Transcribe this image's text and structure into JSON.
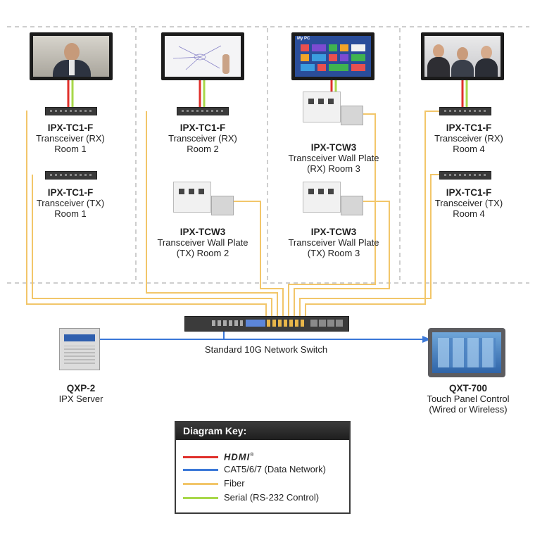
{
  "colors": {
    "hdmi": "#e0302b",
    "data": "#3b78d8",
    "fiber": "#f2c66a",
    "serial": "#a8d84a",
    "divider": "#bdbdbd"
  },
  "devices": {
    "room1_rx": {
      "model": "IPX-TC1-F",
      "line1": "Transceiver (RX)",
      "line2": "Room 1"
    },
    "room1_tx": {
      "model": "IPX-TC1-F",
      "line1": "Transceiver (TX)",
      "line2": "Room 1"
    },
    "room2_rx": {
      "model": "IPX-TC1-F",
      "line1": "Transceiver (RX)",
      "line2": "Room 2"
    },
    "room2_tx": {
      "model": "IPX-TCW3",
      "line1": "Transceiver Wall Plate",
      "line2": "(TX) Room 2"
    },
    "room3_rx": {
      "model": "IPX-TCW3",
      "line1": "Transceiver Wall Plate",
      "line2": "(RX) Room 3"
    },
    "room3_tx": {
      "model": "IPX-TCW3",
      "line1": "Transceiver Wall Plate",
      "line2": "(TX) Room 3"
    },
    "room4_rx": {
      "model": "IPX-TC1-F",
      "line1": "Transceiver (RX)",
      "line2": "Room 4"
    },
    "room4_tx": {
      "model": "IPX-TC1-F",
      "line1": "Transceiver (TX)",
      "line2": "Room 4"
    },
    "switch": {
      "label": "Standard 10G Network Switch"
    },
    "server": {
      "model": "QXP-2",
      "line1": "IPX Server"
    },
    "touch_panel": {
      "model": "QXT-700",
      "line1": "Touch Panel Control",
      "line2": "(Wired or Wireless)"
    }
  },
  "screen3_title": "My PC",
  "key": {
    "title": "Diagram Key:",
    "hdmi": "HDMI",
    "hdmi_mark": "®",
    "data": "CAT5/6/7 (Data Network)",
    "fiber": "Fiber",
    "serial": "Serial (RS-232 Control)"
  }
}
